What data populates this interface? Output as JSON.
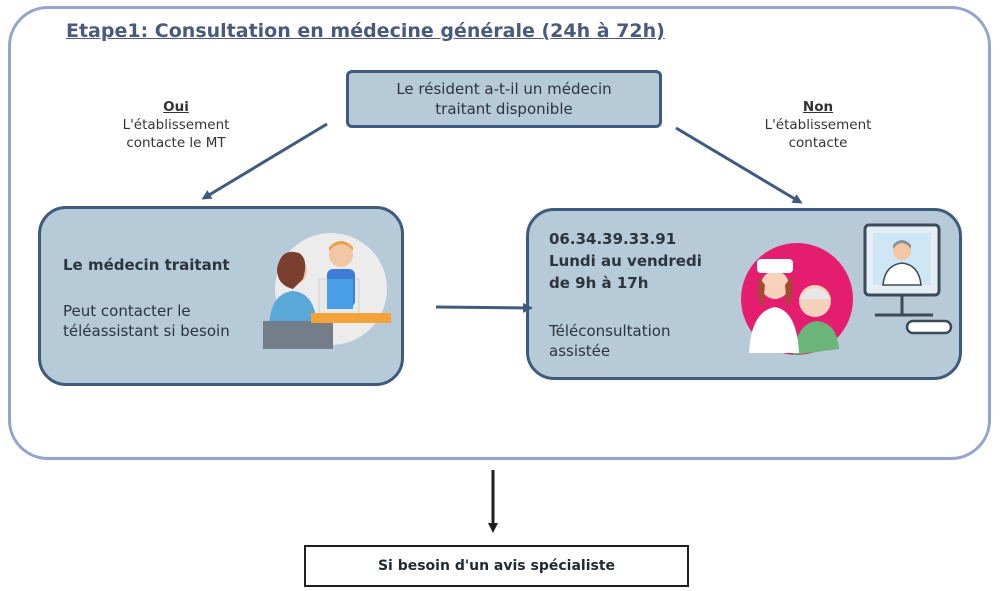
{
  "title": "Etape1: Consultation en médecine générale (24h à 72h)",
  "question": {
    "line1": "Le résident a-t-il un médecin",
    "line2": "traitant disponible"
  },
  "oui": {
    "head": "Oui",
    "line1": "L'établissement",
    "line2": "contacte le MT"
  },
  "non": {
    "head": "Non",
    "line1": "L'établissement",
    "line2": "contacte"
  },
  "card_left": {
    "title": "Le médecin traitant",
    "line1": "Peut contacter le",
    "line2": "téléassistant si besoin"
  },
  "card_right": {
    "phone": "06.34.39.33.91",
    "days": "Lundi au vendredi",
    "hours": "de 9h à 17h",
    "line1": "Téléconsultation",
    "line2": "assistée"
  },
  "final": "Si besoin d'un avis spécialiste",
  "colors": {
    "frame": "#93a5cf",
    "box_fill": "#b7cad7",
    "box_border": "#3e5a7c",
    "arrow": "#3e5a7c"
  },
  "icons": {
    "left": "doctor-patient-consultation-icon",
    "right_nurse": "nurse-elderly-patient-icon",
    "right_screen": "telemedicine-screen-icon"
  }
}
